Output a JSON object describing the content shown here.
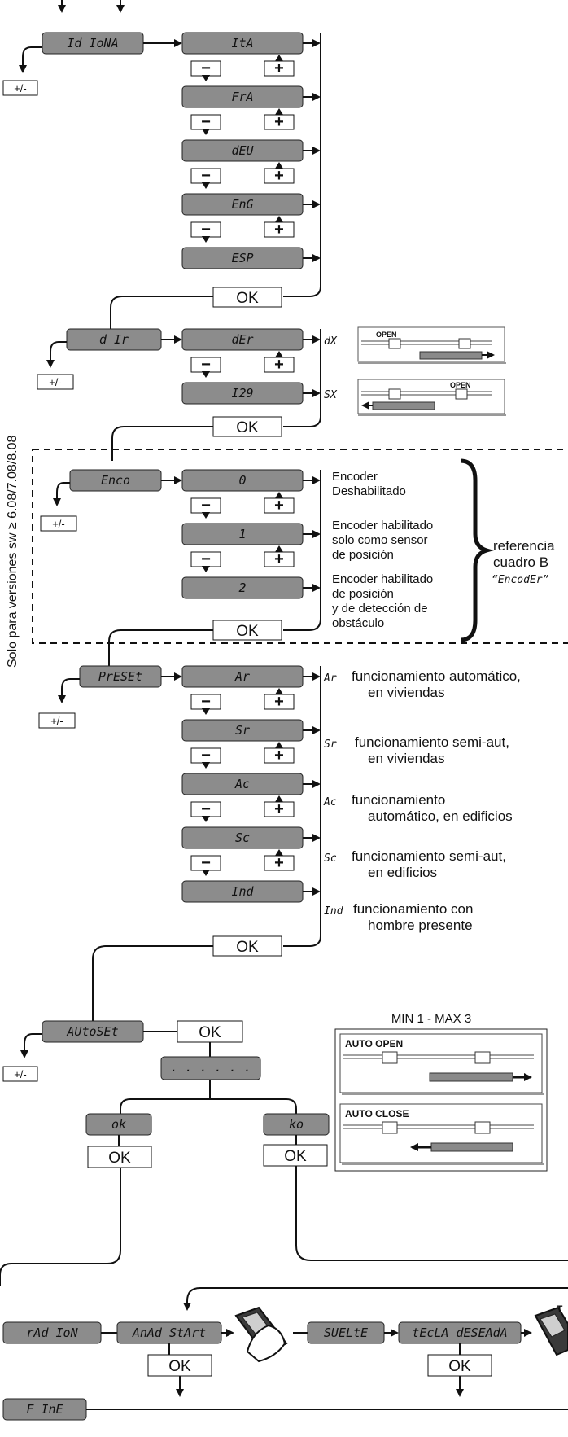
{
  "menus": {
    "idioma": {
      "label": "Id IoNA",
      "options": [
        "ItA",
        "FrA",
        "dEU",
        "EnG",
        "ESP"
      ]
    },
    "dir": {
      "label": "d Ir",
      "options": [
        "dEr",
        "I29"
      ],
      "side_codes": [
        "dX",
        "SX"
      ],
      "sliders": [
        "OPEN",
        "OPEN"
      ]
    },
    "enco": {
      "label": "Enco",
      "options": [
        "0",
        "1",
        "2"
      ],
      "descriptions": [
        [
          "Encoder",
          "Deshabilitado"
        ],
        [
          "Encoder habilitado",
          "solo como sensor",
          "de posición"
        ],
        [
          "Encoder habilitado",
          "de posición",
          "y de detección de",
          "obstáculo"
        ]
      ],
      "reference": [
        "referencia",
        "cuadro B"
      ],
      "reference_code": "“EncodEr”"
    },
    "preset": {
      "label": "PrESEt",
      "options": [
        "Ar",
        "Sr",
        "Ac",
        "Sc",
        "Ind"
      ],
      "codes": [
        "Ar",
        "Sr",
        "Ac",
        "Sc",
        "Ind"
      ],
      "descriptions": [
        [
          "funcionamiento automático,",
          "en viviendas"
        ],
        [
          "funcionamiento semi-aut,",
          "en viviendas"
        ],
        [
          "funcionamiento",
          "automático, en edificios"
        ],
        [
          "funcionamiento semi-aut,",
          "en edificios"
        ],
        [
          "funcionamiento con",
          "hombre presente"
        ]
      ]
    },
    "autoset": {
      "label": "AUtoSEt",
      "progress": ". . .  . . .",
      "ok_result": "ok",
      "ko_result": "ko",
      "min_max": "MIN 1 - MAX 3",
      "auto_open": "AUTO OPEN",
      "auto_close": "AUTO CLOSE"
    },
    "radio": {
      "label": "rAd IoN",
      "steps": [
        "AnAd StArt",
        "SUELtE",
        "tEcLA dESEAdA"
      ],
      "remote_key": "T"
    },
    "fine": {
      "label": "F InE"
    }
  },
  "buttons": {
    "ok": "OK",
    "plus_minus": "+/-",
    "minus": "−",
    "plus": "+"
  },
  "side_note": "Solo para versiones sw ≥ 6.08/7.08/8.08",
  "colors": {
    "lcd_fill": "#8c8c8c",
    "line": "#111111",
    "bar": "#8a8a8a"
  }
}
